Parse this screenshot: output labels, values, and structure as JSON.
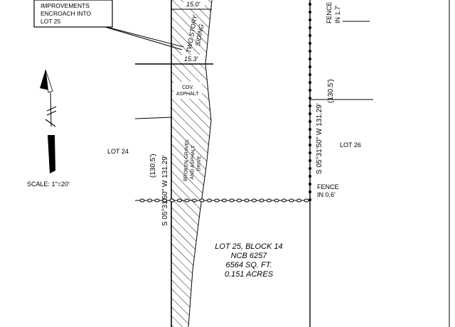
{
  "callout": {
    "line1": "IMPROVEMENTS",
    "line2": "ENCROACH INTO",
    "line3": "LOT 25"
  },
  "structure": {
    "dim_top": "15.0'",
    "dim_bottom": "15.3'",
    "label_line1": "TWO STORY",
    "label_line2": "SIDING",
    "cov_line1": "COV.",
    "cov_line2": "ASPHALT",
    "drive_line1": "BROKEN GRAVEL",
    "drive_line2": "AND ASPHALT",
    "drive_line3": "DRIVE"
  },
  "left_line": {
    "bearing": "S 05°31'50\" W  131.29'",
    "record": "(130.5')"
  },
  "right_line": {
    "bearing": "S 05°31'50\" W  131.29'",
    "record": "(130.5')"
  },
  "fences": {
    "top_line1": "FENCE",
    "top_line2": "IN 1.7'",
    "mid_line1": "FENCE",
    "mid_line2": "IN 0.6'"
  },
  "lots": {
    "left": "LOT 24",
    "right": "LOT 26"
  },
  "subject": {
    "line1": "LOT 25, BLOCK 14",
    "line2": "NCB 6257",
    "line3": "6564 SQ. FT.",
    "line4": "0.151 ACRES"
  },
  "scale": "SCALE:  1\"=20'"
}
